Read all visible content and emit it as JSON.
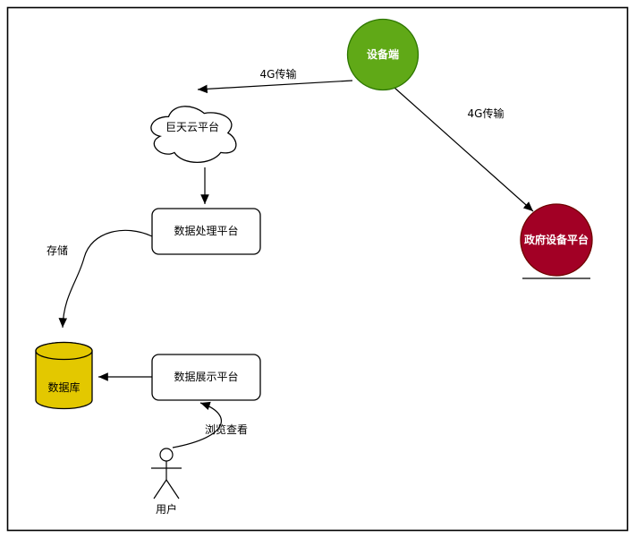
{
  "canvas": {
    "background": "#ffffff",
    "border_color": "#000000"
  },
  "diagram": {
    "nodes": {
      "device": {
        "label": "设备端",
        "shape": "circle",
        "fill": "#60a917",
        "stroke": "#2d7600",
        "text_color": "#ffffff"
      },
      "cloud": {
        "label": "巨天云平台",
        "shape": "cloud",
        "fill": "#ffffff",
        "stroke": "#000000",
        "text_color": "#000000"
      },
      "gov_platform": {
        "label": "政府设备平台",
        "shape": "circle",
        "fill": "#a20025",
        "stroke": "#6f0000",
        "text_color": "#ffffff"
      },
      "processing": {
        "label": "数据处理平台",
        "shape": "rounded-rect",
        "fill": "#ffffff",
        "stroke": "#000000",
        "text_color": "#000000"
      },
      "database": {
        "label": "数据库",
        "shape": "cylinder",
        "fill": "#e3c800",
        "stroke": "#000000",
        "text_color": "#000000"
      },
      "display": {
        "label": "数据展示平台",
        "shape": "rounded-rect",
        "fill": "#ffffff",
        "stroke": "#000000",
        "text_color": "#000000"
      },
      "user": {
        "label": "用户",
        "shape": "actor",
        "fill": "#ffffff",
        "stroke": "#000000",
        "text_color": "#000000"
      }
    },
    "edges": [
      {
        "from": "device",
        "to": "cloud",
        "label": "4G传输"
      },
      {
        "from": "device",
        "to": "gov_platform",
        "label": "4G传输"
      },
      {
        "from": "cloud",
        "to": "processing"
      },
      {
        "from": "processing",
        "to": "database",
        "label": "存储"
      },
      {
        "from": "display",
        "to": "database"
      },
      {
        "from": "user",
        "to": "display",
        "label": "浏览查看"
      }
    ]
  }
}
